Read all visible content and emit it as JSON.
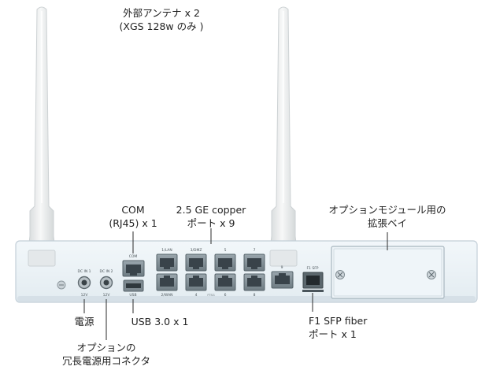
{
  "labels": {
    "antenna": [
      "外部アンテナ x 2",
      "(XGS 128w のみ )"
    ],
    "com": [
      "COM",
      "(RJ45) x 1"
    ],
    "copper": [
      "2.5 GE copper",
      "ポート x 9"
    ],
    "module": [
      "オプションモジュール用の",
      "拡張ベイ"
    ],
    "power": [
      "電源"
    ],
    "usb": [
      "USB 3.0 x 1"
    ],
    "sfp": [
      "F1 SFP fiber",
      "ポート x 1"
    ],
    "redundant": [
      "オプションの",
      "冗長電源用コネクタ"
    ]
  },
  "panel": {
    "dc_in_1": "DC IN 1",
    "dc_in_2": "DC IN 2",
    "volt_1": "12V",
    "volt_2": "12V",
    "com": "COM",
    "usb": "USB",
    "port_tops": [
      "1/LAN",
      "3/DMZ",
      "5",
      "7"
    ],
    "port_bottoms": [
      "2/WAN",
      "4",
      "6",
      "8"
    ],
    "small_label": "FTSG",
    "port_9": "9",
    "sfp": "F1 SFP"
  },
  "colors": {
    "chassis_face": "#eef4f8",
    "chassis_edge": "#c7d3dc",
    "antenna": "#eef0f0",
    "port_metal": "#7d8a91",
    "port_dark": "#3c464c",
    "leader": "#2b2b2b"
  }
}
